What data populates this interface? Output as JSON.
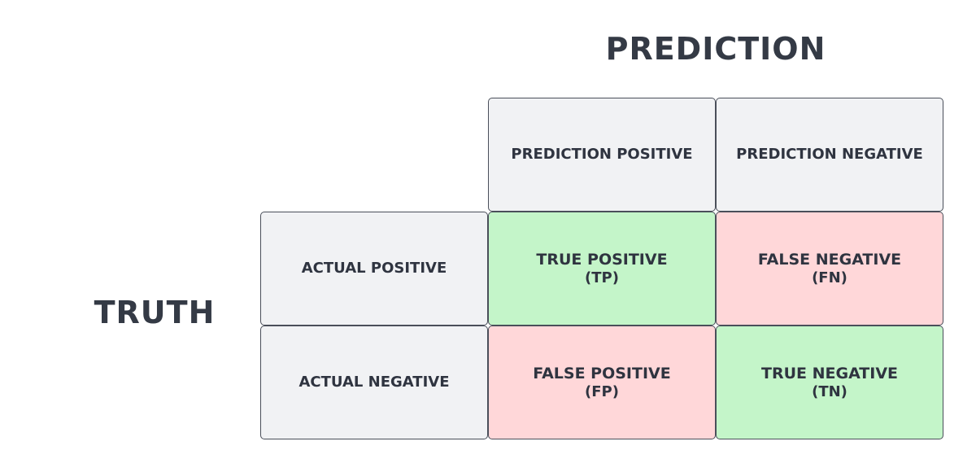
{
  "axes": {
    "prediction_title": "PREDICTION",
    "truth_title": "TRUTH"
  },
  "columns": [
    "PREDICTION POSITIVE",
    "PREDICTION NEGATIVE"
  ],
  "rows": [
    "ACTUAL POSITIVE",
    "ACTUAL NEGATIVE"
  ],
  "cells": {
    "tp": {
      "label": "TRUE POSITIVE",
      "abbr": "(TP)"
    },
    "fn": {
      "label": "FALSE NEGATIVE",
      "abbr": "(FN)"
    },
    "fp": {
      "label": "FALSE POSITIVE",
      "abbr": "(FP)"
    },
    "tn": {
      "label": "TRUE NEGATIVE",
      "abbr": "(TN)"
    }
  },
  "colors": {
    "header_fill": "#f1f2f4",
    "correct_fill": "#c4f5c9",
    "error_fill": "#ffd7d9",
    "stroke": "#4a4f5a"
  }
}
